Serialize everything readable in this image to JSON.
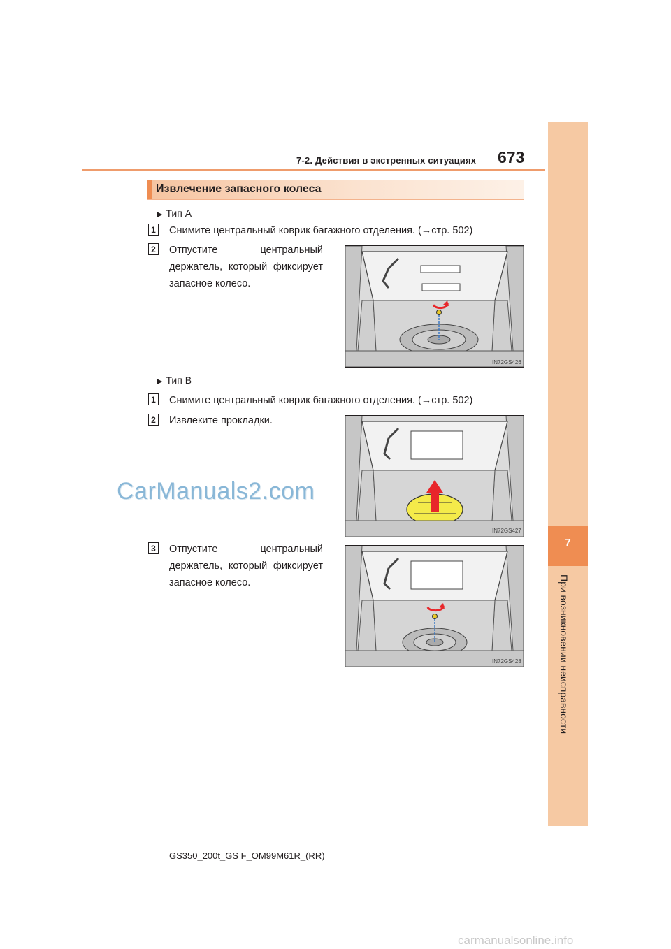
{
  "header": {
    "section": "7-2. Действия в экстренных ситуациях",
    "page_number": "673"
  },
  "side_tab": {
    "chapter_number": "7",
    "chapter_title": "При возникновении неисправности"
  },
  "section_title": "Извлечение запасного колеса",
  "type_a": {
    "label": "Тип A",
    "step1": {
      "num": "1",
      "text": "Снимите центральный коврик багажного отделения. (→стр. 502)"
    },
    "step2": {
      "num": "2",
      "text": "Отпустите центральный держатель, который фиксирует запасное колесо."
    },
    "figure_code": "IN72GS426"
  },
  "type_b": {
    "label": "Тип B",
    "step1": {
      "num": "1",
      "text": "Снимите центральный коврик багажного отделения. (→стр. 502)"
    },
    "step2": {
      "num": "2",
      "text": "Извлеките прокладки.",
      "figure_code": "IN72GS427"
    },
    "step3": {
      "num": "3",
      "text": "Отпустите центральный держатель, который фиксирует запасное колесо.",
      "figure_code": "IN72GS428"
    }
  },
  "watermark": "CarManuals2.com",
  "footer": "GS350_200t_GS F_OM99M61R_(RR)",
  "bottom_watermark": "carmanualsonline.info",
  "colors": {
    "accent_orange": "#ef8d52",
    "tab_light": "#f6c9a3",
    "arrow_red": "#e8262a",
    "pad_yellow": "#f4ea4a"
  }
}
